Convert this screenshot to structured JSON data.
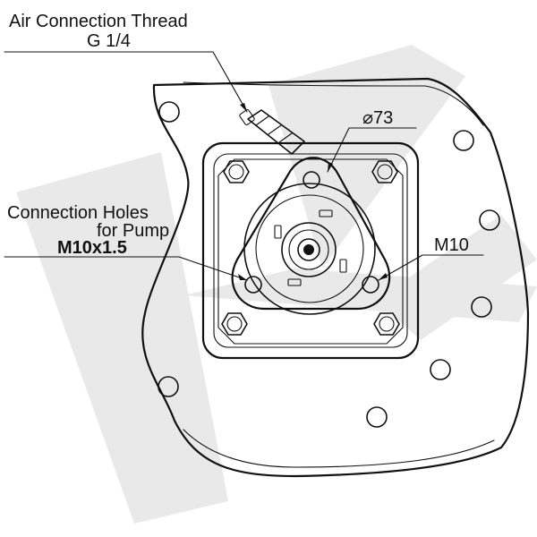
{
  "labels": {
    "air_connection_line1": "Air Connection Thread",
    "air_connection_line2": "G 1/4",
    "connection_holes_line1": "Connection Holes",
    "connection_holes_line2": "for Pump",
    "connection_holes_line3": "M10x1.5",
    "diameter": "⌀73",
    "m10": "M10"
  },
  "colors": {
    "line": "#111111",
    "watermark": "#e9e9e9",
    "background": "#ffffff"
  }
}
